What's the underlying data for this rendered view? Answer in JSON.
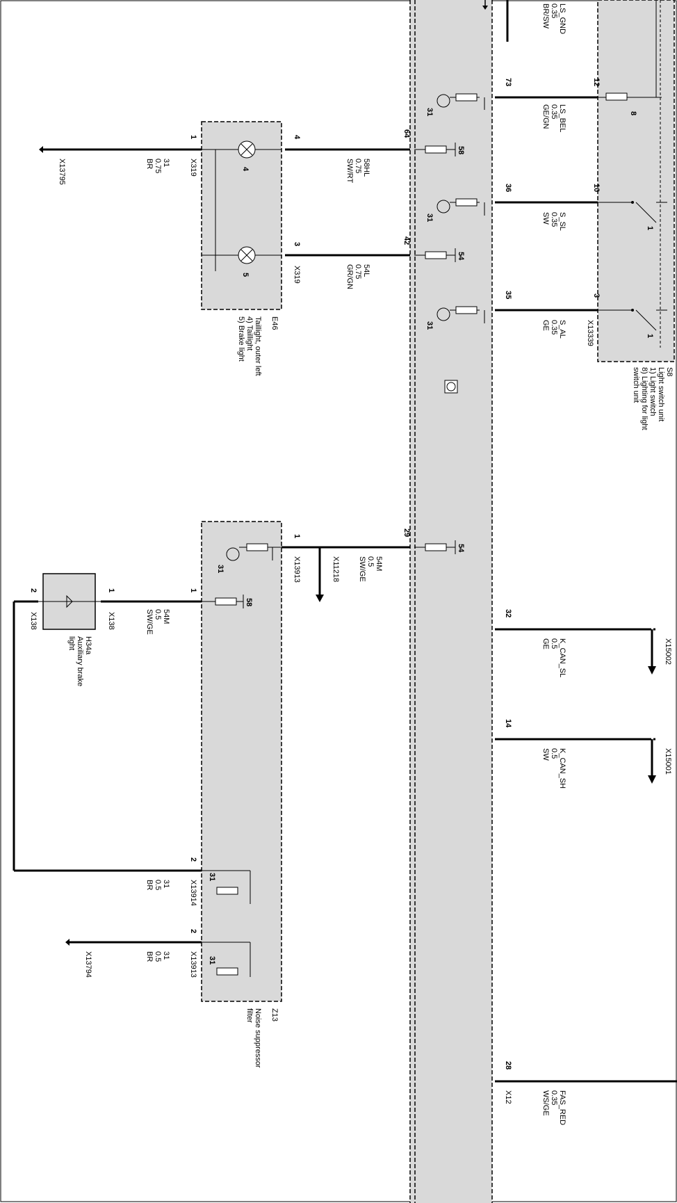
{
  "diagram": {
    "connectors": {
      "x319_a": "X319",
      "x319_b": "X319",
      "x13795": "X13795",
      "x13339": "X13339",
      "x13913_top": "X13913",
      "x11218": "X11218",
      "x138_a": "X138",
      "x138_b": "X138",
      "x13914": "X13914",
      "x13913_bot": "X13913",
      "x13794": "X13794",
      "x15002": "X15002",
      "x15001": "X15001",
      "x12": "X12"
    },
    "components": {
      "e46": {
        "id": "E46",
        "desc1": "Taillight, outer left",
        "desc2": "4) Taillight",
        "desc3": "5) Brake light"
      },
      "s8": {
        "id": "S8",
        "desc1": "Light switch unit",
        "desc2": "1) Light switch",
        "desc3": "8) Lighting for light",
        "desc4": "switch unit"
      },
      "h34a": {
        "id": "H34a",
        "desc1": "Auxiliary brake",
        "desc2": "light"
      },
      "z13": {
        "id": "Z13",
        "desc1": "Noise suppressor",
        "desc2": "filter"
      }
    },
    "wires": {
      "ls_gnd": {
        "name": "LS_GND",
        "size": "0.35",
        "color": "BR/SW"
      },
      "ls_bel": {
        "name": "LS_BEL",
        "size": "0.35",
        "color": "GE/GN"
      },
      "s_sl": {
        "name": "S_SL",
        "size": "0.35",
        "color": "SW"
      },
      "s_al": {
        "name": "S_AL",
        "size": "0.35",
        "color": "GE"
      },
      "w58hl": {
        "name": "58HL",
        "size": "0.75",
        "color": "SW/RT"
      },
      "w54l": {
        "name": "54L",
        "size": "0.75",
        "color": "GR/GN"
      },
      "w31_e46": {
        "name": "31",
        "size": "0.75",
        "color": "BR"
      },
      "w54m_a": {
        "name": "54M",
        "size": "0.5",
        "color": "SW/GE"
      },
      "w54m_b": {
        "name": "54M",
        "size": "0.5",
        "color": "SW/GE"
      },
      "w31_z13a": {
        "name": "31",
        "size": "0.5",
        "color": "BR"
      },
      "w31_z13b": {
        "name": "31",
        "size": "0.5",
        "color": "BR"
      },
      "k_can_sl": {
        "name": "K_CAN_SL",
        "size": "0.5",
        "color": "GE"
      },
      "k_can_sh": {
        "name": "K_CAN_SH",
        "size": "0.5",
        "color": "SW"
      },
      "fas_red": {
        "name": "FAS_RED",
        "size": "0.35",
        "color": "WS/GE"
      }
    },
    "pins": {
      "p73": "73",
      "p12": "12",
      "p36": "36",
      "p10": "10",
      "p35": "35",
      "p3_s8": "3",
      "p64": "64",
      "p42": "42",
      "p29": "29",
      "p32": "32",
      "p14": "14",
      "p28": "28",
      "p1_e46": "1",
      "p4_e46": "4",
      "p3_e46": "3",
      "p1_z13top": "1",
      "p1_z13mid": "1",
      "p2_z13a": "2",
      "p2_z13b": "2",
      "p1_h34": "1",
      "p2_h34": "2"
    },
    "symbol_labels": {
      "lamp4": "4",
      "lamp5": "5",
      "r8": "8",
      "sw1a": "1",
      "sw1b": "1",
      "g58": "58",
      "g54a": "54",
      "g54b": "54",
      "g58z": "58",
      "t31a": "31",
      "t31b": "31",
      "t31c": "31",
      "t31d": "31",
      "t31e": "31",
      "t31f": "31"
    }
  }
}
